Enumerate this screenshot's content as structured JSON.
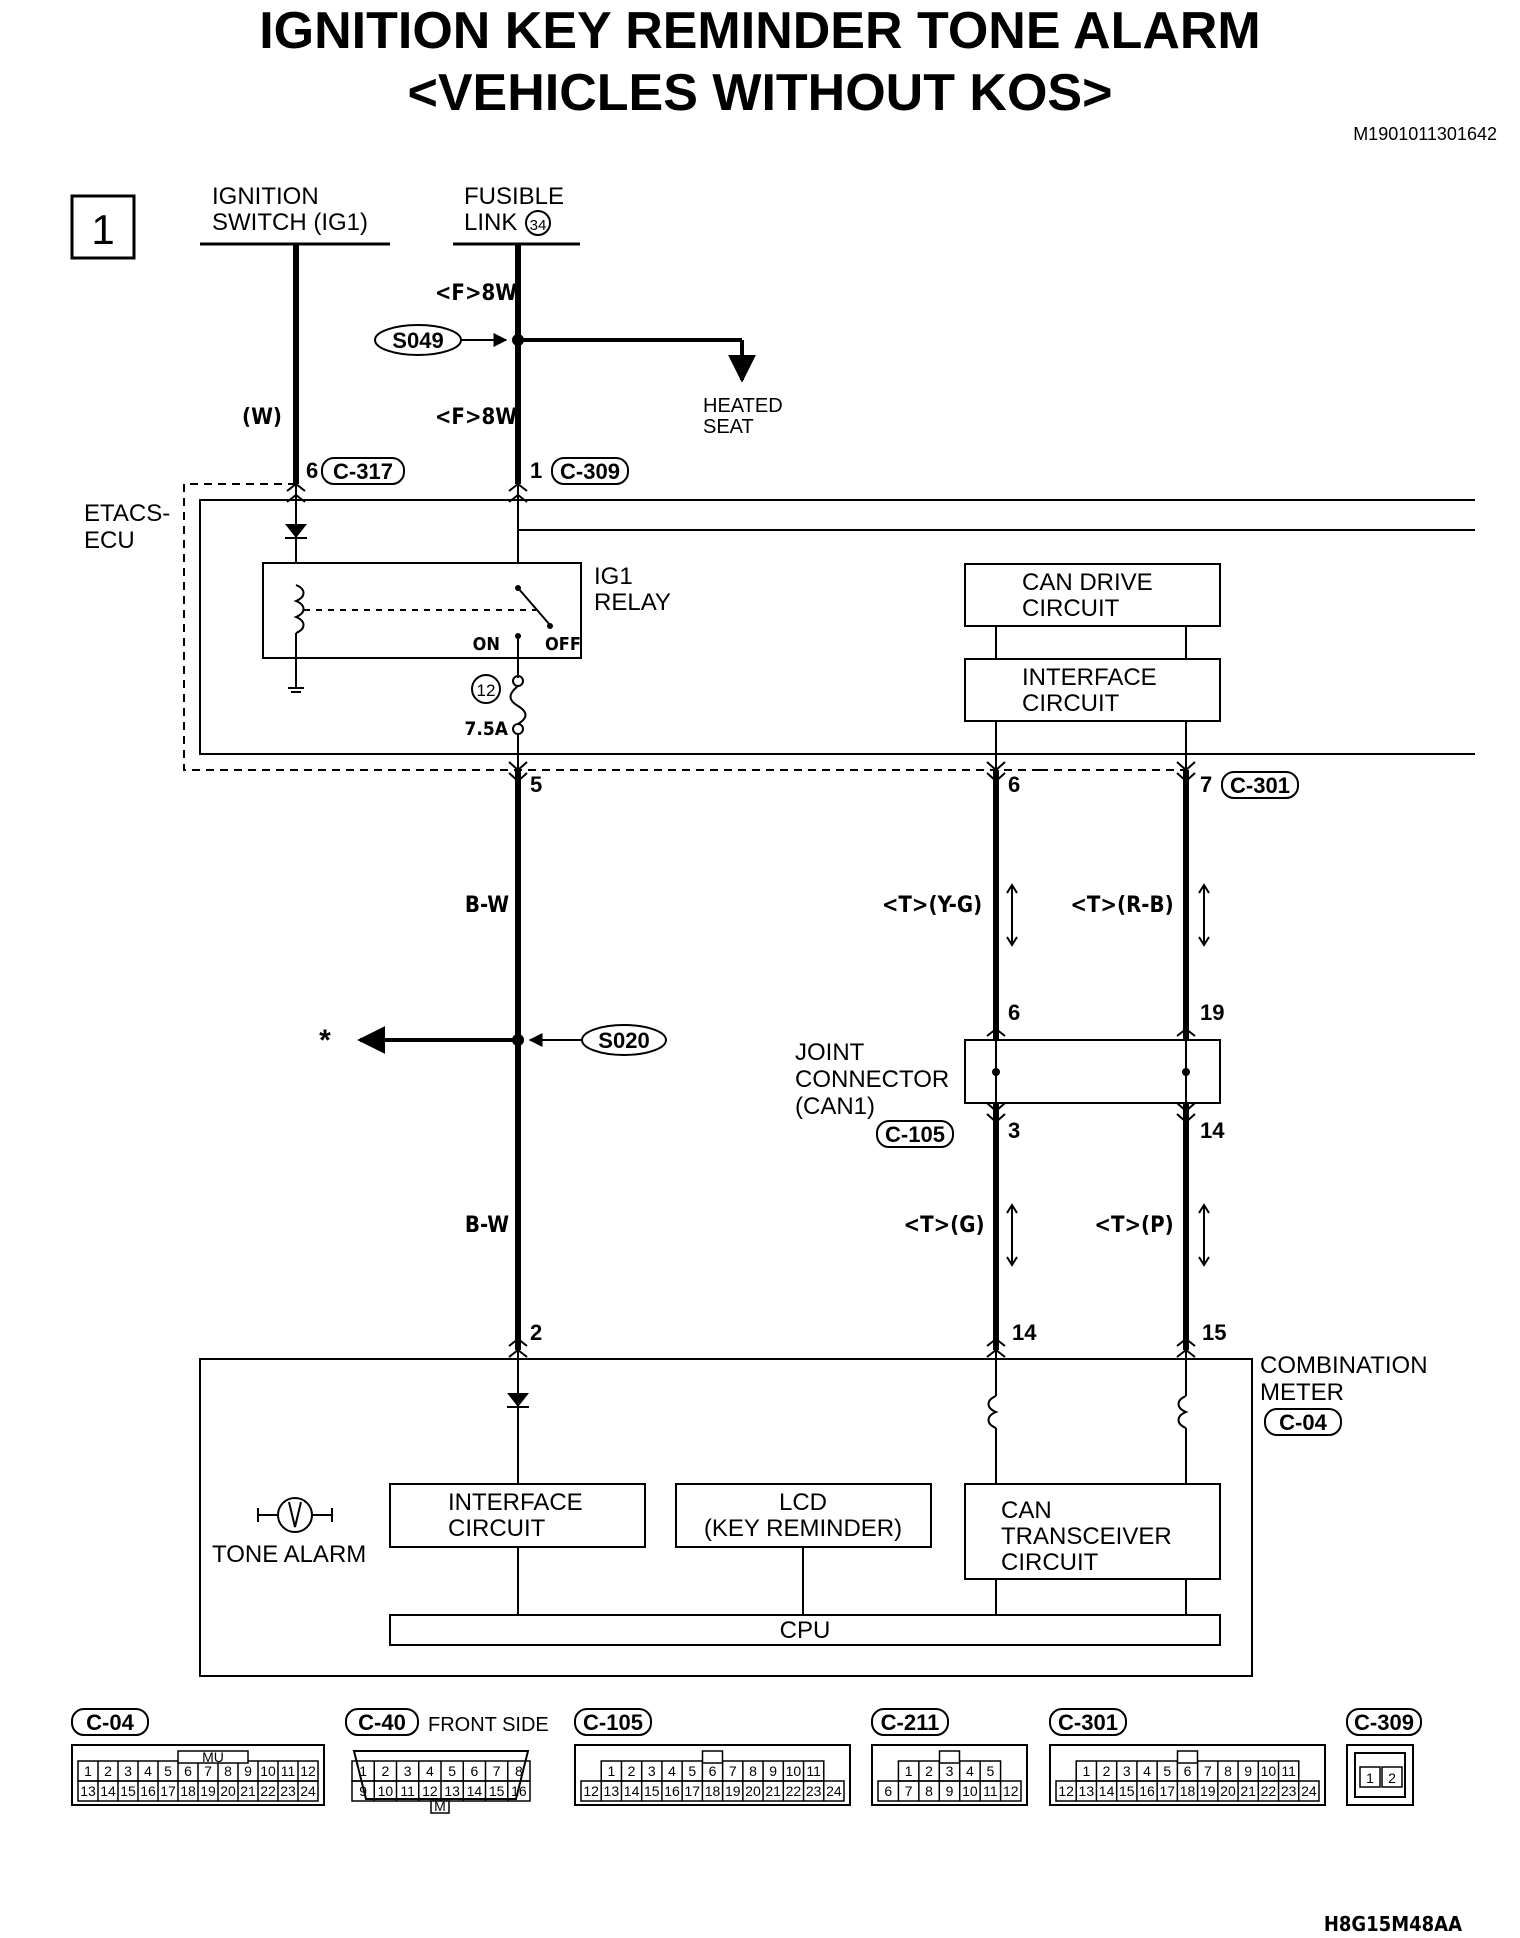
{
  "title_line1": "IGNITION KEY REMINDER TONE ALARM",
  "title_line2": "<VEHICLES WITHOUT KOS>",
  "doc_code": "M1901011301642",
  "figure_code": "H8G15M48AA",
  "page_box": "1",
  "sources": {
    "ignition_l1": "IGNITION",
    "ignition_l2": "SWITCH (IG1)",
    "fusible_l1": "FUSIBLE",
    "fusible_l2": "LINK",
    "fusible_num": "34"
  },
  "wires": {
    "w1": "(W)",
    "f8w_top": "<F>8W",
    "f8w_mid": "<F>8W",
    "bw1": "B-W",
    "bw2": "B-W",
    "t_yg": "<T>(Y-G)",
    "t_rb": "<T>(R-B)",
    "t_g": "<T>(G)",
    "t_p": "<T>(P)"
  },
  "splices": {
    "s049": "S049",
    "s020": "S020"
  },
  "heated_seat_l1": "HEATED",
  "heated_seat_l2": "SEAT",
  "asterisk": "*",
  "pins": {
    "p6_c317": "6",
    "c317": "C-317",
    "p1_c309": "1",
    "c309": "C-309",
    "p5": "5",
    "p6_c301": "6",
    "p7_c301": "7",
    "c301": "C-301",
    "p6_jc": "6",
    "p19_jc": "19",
    "p3_jc": "3",
    "p14_jc": "14",
    "p2_cm": "2",
    "p14_cm": "14",
    "p15_cm": "15"
  },
  "etacs_l1": "ETACS-",
  "etacs_l2": "ECU",
  "relay_l1": "IG1",
  "relay_l2": "RELAY",
  "relay_on": "ON",
  "relay_off": "OFF",
  "fuse_num": "12",
  "fuse_rating": "7.5A",
  "can_drive_l1": "CAN DRIVE",
  "can_drive_l2": "CIRCUIT",
  "iface_top_l1": "INTERFACE",
  "iface_top_l2": "CIRCUIT",
  "joint_l1": "JOINT",
  "joint_l2": "CONNECTOR",
  "joint_l3": "(CAN1)",
  "c105_code": "C-105",
  "cm_l1": "COMBINATION",
  "cm_l2": "METER",
  "c04_code": "C-04",
  "tone_alarm": "TONE ALARM",
  "iface_bot_l1": "INTERFACE",
  "iface_bot_l2": "CIRCUIT",
  "lcd_l1": "LCD",
  "lcd_l2": "(KEY REMINDER)",
  "can_tr_l1": "CAN",
  "can_tr_l2": "TRANSCEIVER",
  "can_tr_l3": "CIRCUIT",
  "cpu": "CPU",
  "connectors": {
    "c04": {
      "name": "C-04",
      "tag": "MU",
      "row1": [
        "1",
        "2",
        "3",
        "4",
        "5",
        "6",
        "7",
        "8",
        "9",
        "10",
        "11",
        "12"
      ],
      "row2": [
        "13",
        "14",
        "15",
        "16",
        "17",
        "18",
        "19",
        "20",
        "21",
        "22",
        "23",
        "24"
      ]
    },
    "c40": {
      "name": "C-40",
      "side": "FRONT SIDE",
      "tag": "M",
      "row1": [
        "1",
        "2",
        "3",
        "4",
        "5",
        "6",
        "7",
        "8"
      ],
      "row2": [
        "9",
        "10",
        "11",
        "12",
        "13",
        "14",
        "15",
        "16"
      ]
    },
    "c105": {
      "name": "C-105",
      "row1": [
        "1",
        "2",
        "3",
        "4",
        "5",
        "6",
        "7",
        "8",
        "9",
        "10",
        "11"
      ],
      "row2": [
        "12",
        "13",
        "14",
        "15",
        "16",
        "17",
        "18",
        "19",
        "20",
        "21",
        "22",
        "23",
        "24"
      ]
    },
    "c211": {
      "name": "C-211",
      "row1": [
        "1",
        "2",
        "3",
        "4",
        "5"
      ],
      "row2": [
        "6",
        "7",
        "8",
        "9",
        "10",
        "11",
        "12"
      ]
    },
    "c301": {
      "name": "C-301",
      "row1": [
        "1",
        "2",
        "3",
        "4",
        "5",
        "6",
        "7",
        "8",
        "9",
        "10",
        "11"
      ],
      "row2": [
        "12",
        "13",
        "14",
        "15",
        "16",
        "17",
        "18",
        "19",
        "20",
        "21",
        "22",
        "23",
        "24"
      ]
    },
    "c309": {
      "name": "C-309",
      "row1": [
        "1",
        "2"
      ]
    }
  }
}
